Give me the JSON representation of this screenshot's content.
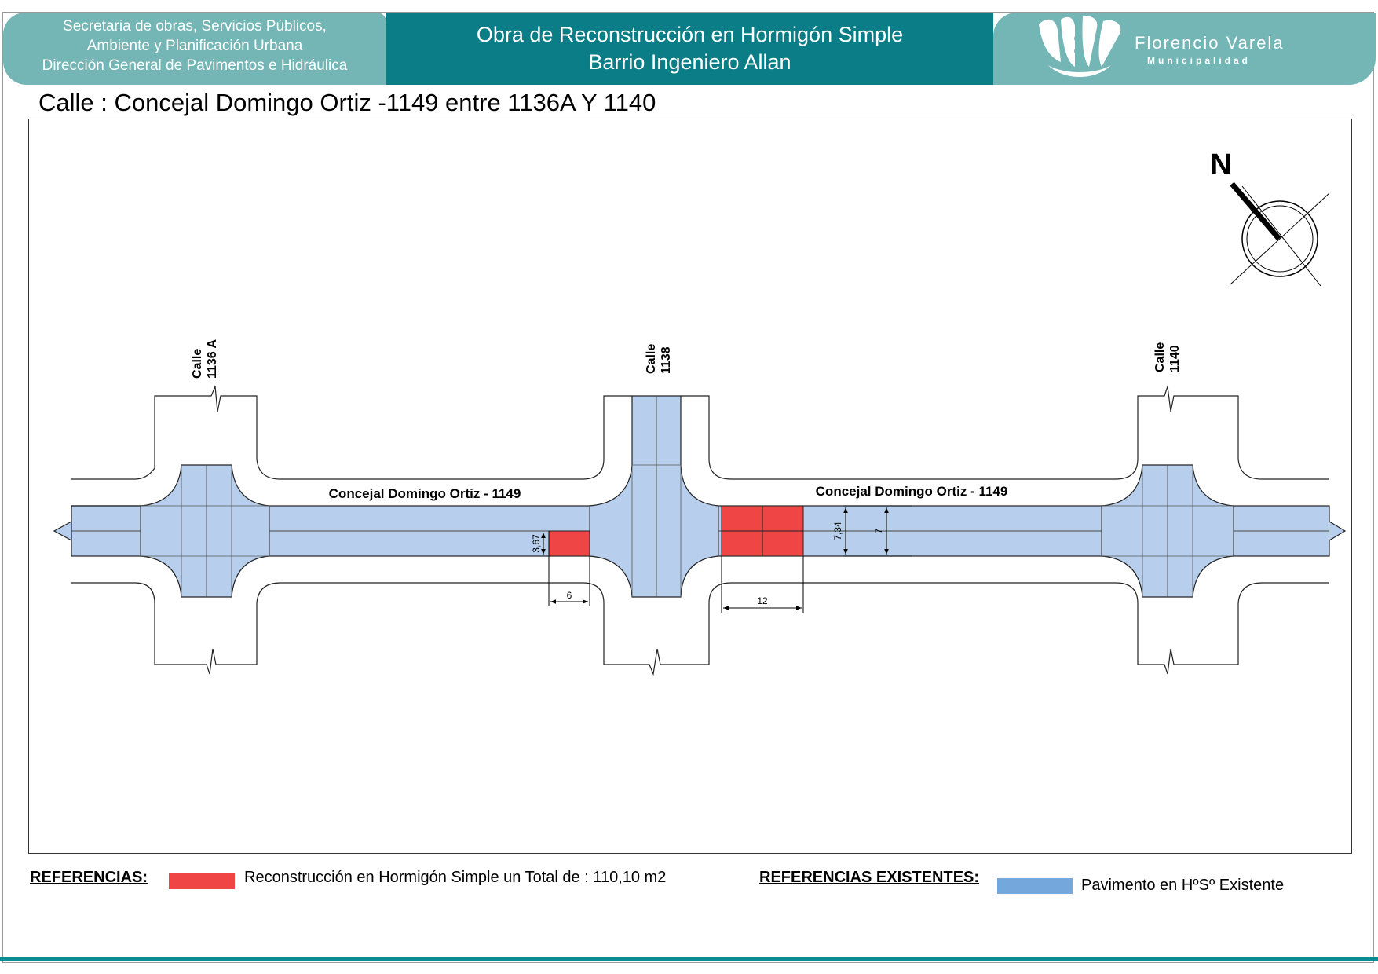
{
  "header": {
    "department_lines": [
      "Secretaria de obras, Servicios Públicos,",
      "Ambiente y Planificación Urbana",
      "Dirección General de Pavimentos e Hidráulica"
    ],
    "project_lines": [
      "Obra de Reconstrucción en Hormigón Simple",
      "Barrio Ingeniero Allan"
    ],
    "logo": {
      "name": "Florencio Varela",
      "subtitle": "Municipalidad"
    }
  },
  "page_title": "Calle : Concejal Domingo Ortiz -1149 entre 1136A Y 1140",
  "plan": {
    "north_label": "N",
    "cross_streets": [
      {
        "line1": "Calle",
        "line2": "1136 A"
      },
      {
        "line1": "Calle",
        "line2": "1138"
      },
      {
        "line1": "Calle",
        "line2": "1140"
      }
    ],
    "street_labels": [
      "Concejal Domingo Ortiz - 1149",
      "Concejal Domingo Ortiz  - 1149"
    ],
    "dimensions": {
      "patch1_width": "3,67",
      "patch1_length": "6",
      "patch2_length": "12",
      "road_width_total": "7,34",
      "road_width": "7"
    }
  },
  "legend": {
    "title": "REFERENCIAS:",
    "item": "Reconstrucción en Hormigón Simple un Total de : 110,10 m2",
    "existing_title": "REFERENCIAS EXISTENTES:",
    "existing_item": "Pavimento en HºSº Existente"
  },
  "colors": {
    "header_dark": "#0b7d87",
    "header_light": "#74b6b5",
    "reconstruction": "#f04545",
    "existing_pavement": "#b7cfec",
    "existing_swatch": "#74a8dd"
  }
}
